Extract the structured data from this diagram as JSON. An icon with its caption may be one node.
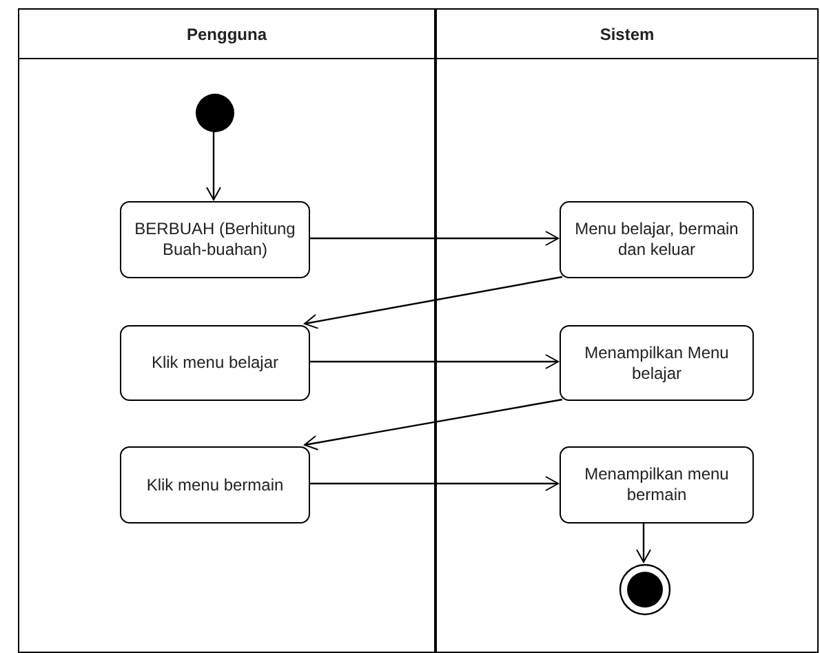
{
  "diagram": {
    "nodes": [
      {
        "text": [
          "Pengguna"
        ]
      },
      {
        "text": [
          "Sistem"
        ]
      },
      {
        "text": [],
        "shape": "circle",
        "in": 0
      },
      {
        "text": [
          "BERBUAH (Berhitung Buah-buahan)"
        ],
        "in": 0
      },
      {
        "text": [
          "Menu belajar, bermain dan keluar"
        ],
        "in": 1
      },
      {
        "text": [
          "Klik menu belajar"
        ],
        "in": 0
      },
      {
        "text": [
          "Menampilkan Menu belajar"
        ],
        "in": 1
      },
      {
        "text": [
          "Klik menu bermain"
        ],
        "in": 0
      },
      {
        "text": [
          "Menampilkan menu bermain"
        ],
        "in": 1
      },
      {
        "text": [],
        "shape": "circle",
        "in": 1
      }
    ],
    "edges": [
      {
        "from": 2,
        "to": 3,
        "arrow": "to"
      },
      {
        "from": 3,
        "to": 4,
        "arrow": "to"
      },
      {
        "from": 4,
        "to": 5,
        "arrow": "to"
      },
      {
        "from": 5,
        "to": 6,
        "arrow": "to"
      },
      {
        "from": 6,
        "to": 7,
        "arrow": "to"
      },
      {
        "from": 7,
        "to": 8,
        "arrow": "to"
      },
      {
        "from": 8,
        "to": 9,
        "arrow": "to"
      }
    ]
  }
}
